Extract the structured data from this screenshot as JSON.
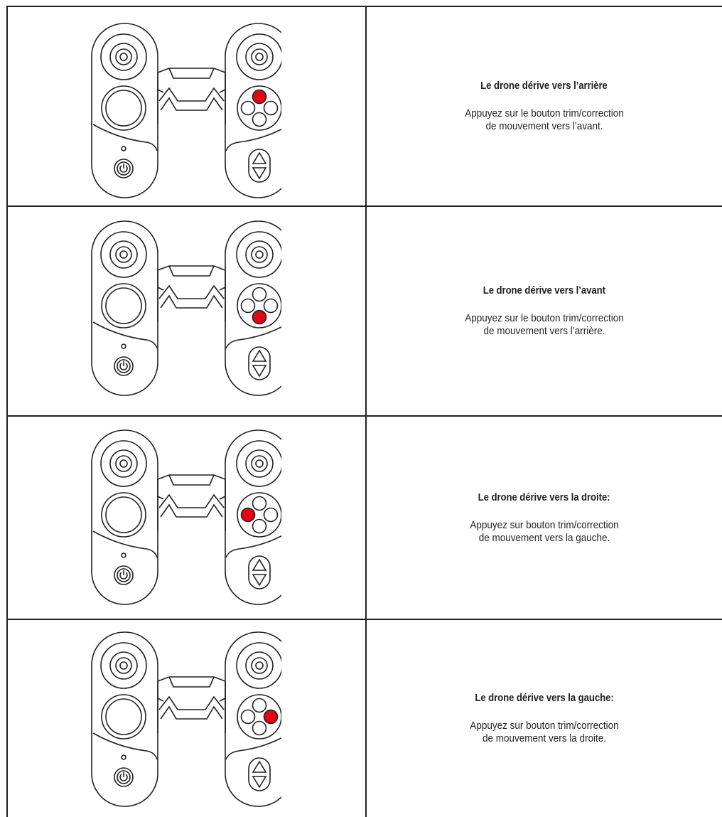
{
  "rows": [
    {
      "active_button": "up",
      "heading": "Le drone dérive vers l’arrière",
      "line1": "Appuyez sur le bouton trim/correction",
      "line2": "de mouvement vers l’avant."
    },
    {
      "active_button": "down",
      "heading": "Le drone dérive vers l’avant",
      "line1": "Appuyez sur le bouton trim/correction",
      "line2": "de mouvement vers l’arrière."
    },
    {
      "active_button": "left",
      "heading": "Le drone dérive vers la droite:",
      "line1": "Appuyez sur bouton trim/correction",
      "line2": "de mouvement vers la gauche."
    },
    {
      "active_button": "right",
      "heading": "Le drone dérive vers la gauche:",
      "line1": "Appuyez sur bouton trim/correction",
      "line2": "de mouvement vers la droite."
    }
  ],
  "colors": {
    "highlight": "#e30613",
    "stroke": "#231f20"
  },
  "icons": [
    "joystick-icon",
    "power-icon",
    "up-arrow-icon",
    "down-arrow-icon",
    "trim-dpad-icon"
  ]
}
